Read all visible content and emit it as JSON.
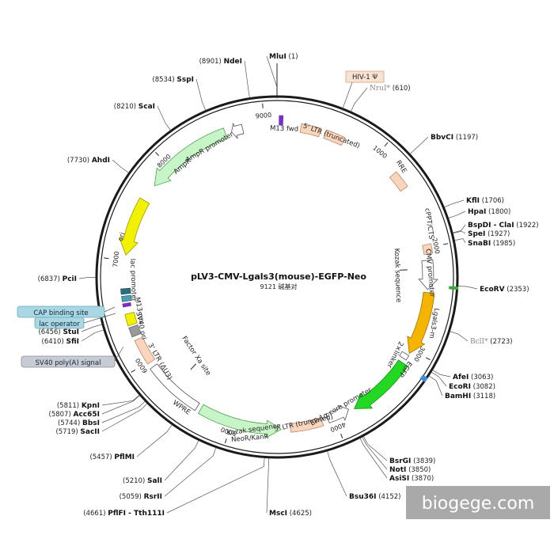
{
  "plasmid": {
    "name": "pLV3-CMV-Lgals3(mouse)-EGFP-Neo",
    "size_label": "9121 碱基对"
  },
  "ticks": [
    {
      "label": "1000",
      "bp": 1000
    },
    {
      "label": "2000",
      "bp": 2000
    },
    {
      "label": "3000",
      "bp": 3000
    },
    {
      "label": "4000",
      "bp": 4000
    },
    {
      "label": "5000",
      "bp": 5000
    },
    {
      "label": "6000",
      "bp": 6000
    },
    {
      "label": "7000",
      "bp": 7000
    },
    {
      "label": "8000",
      "bp": 8000
    },
    {
      "label": "9000",
      "bp": 9000
    }
  ],
  "sites": [
    {
      "name": "MluI",
      "pos": "(1)"
    },
    {
      "name": "NruI*",
      "pos": "(610)"
    },
    {
      "name": "BbvCI",
      "pos": "(1197)"
    },
    {
      "name": "KflI",
      "pos": "(1706)"
    },
    {
      "name": "HpaI",
      "pos": "(1800)"
    },
    {
      "name": "BspDI - ClaI",
      "pos": "(1922)"
    },
    {
      "name": "SpeI",
      "pos": "(1927)"
    },
    {
      "name": "SnaBI",
      "pos": "(1985)"
    },
    {
      "name": "EcoRV",
      "pos": "(2353)"
    },
    {
      "name": "BclI*",
      "pos": "(2723)"
    },
    {
      "name": "AfeI",
      "pos": "(3063)"
    },
    {
      "name": "EcoRI",
      "pos": "(3082)"
    },
    {
      "name": "BamHI",
      "pos": "(3118)"
    },
    {
      "name": "BsrGI",
      "pos": "(3839)"
    },
    {
      "name": "NotI",
      "pos": "(3850)"
    },
    {
      "name": "AsiSI",
      "pos": "(3870)"
    },
    {
      "name": "Bsu36I",
      "pos": "(4152)"
    },
    {
      "name": "MscI",
      "pos": "(4625)"
    },
    {
      "name": "PflFI - Tth111I",
      "pos": "(4661)"
    },
    {
      "name": "RsrII",
      "pos": "(5059)"
    },
    {
      "name": "SalI",
      "pos": "(5210)"
    },
    {
      "name": "PflMI",
      "pos": "(5457)"
    },
    {
      "name": "SacII",
      "pos": "(5719)"
    },
    {
      "name": "BbsI",
      "pos": "(5744)"
    },
    {
      "name": "Acc65I",
      "pos": "(5807)"
    },
    {
      "name": "KpnI",
      "pos": "(5811)"
    },
    {
      "name": "SfiI",
      "pos": "(6410)"
    },
    {
      "name": "StuI",
      "pos": "(6456)"
    },
    {
      "name": "PciI",
      "pos": "(6837)"
    },
    {
      "name": "AhdI",
      "pos": "(7730)"
    },
    {
      "name": "ScaI",
      "pos": "(8210)"
    },
    {
      "name": "SspI",
      "pos": "(8534)"
    },
    {
      "name": "NdeI",
      "pos": "(8901)"
    }
  ],
  "features": {
    "hiv_psi": "HIV-1 Ψ",
    "m13_fwd": "M13 fwd",
    "ltr5_truncated": "5' LTR (truncated)",
    "rre": "RRE",
    "cppt": "cPPT/CTS",
    "cmv_promoter": "CMV promoter",
    "kozak1": "Kozak sequence",
    "lgals3": "Lgals3-m",
    "linker": "2×linker",
    "egfp": "EGFP",
    "ef1a": "EF-1α core promoter",
    "ltr5_truncated_2": "5' LTR (truncated)",
    "kozak2": "Kozak sequence",
    "neo": "NeoR/KanR",
    "wpre": "WPRE",
    "ltr3": "3' LTR (ΔU3)",
    "factor_xa": "Factor Xa site",
    "sv40_ori": "SV40 ori",
    "lac_promoter": "lac promoter",
    "m13_rev": "M13 rev",
    "ori": "ori",
    "ampr": "AmpR",
    "ampr_promoter": "AmpR promoter"
  },
  "callouts": {
    "cap": "CAP binding site",
    "lac_operator": "lac operator",
    "sv40_polya": "SV40 poly(A) signal"
  },
  "watermark": "biogege.com",
  "colors": {
    "backbone": "#1a1a1a",
    "ltr": "#f8d5bc",
    "orange_gene": "#f5b400",
    "green_gene": "#22d822",
    "light_green": "#c8f5c8",
    "yellow_ori": "#f2f200",
    "gray_box": "#9a9a9a",
    "teal_box": "#4a9fb0",
    "callout_blue": "#a9d8e4",
    "callout_gray": "#c7cbd4",
    "purple": "#7a2fc0",
    "blue_site": "#3a8fe0"
  }
}
